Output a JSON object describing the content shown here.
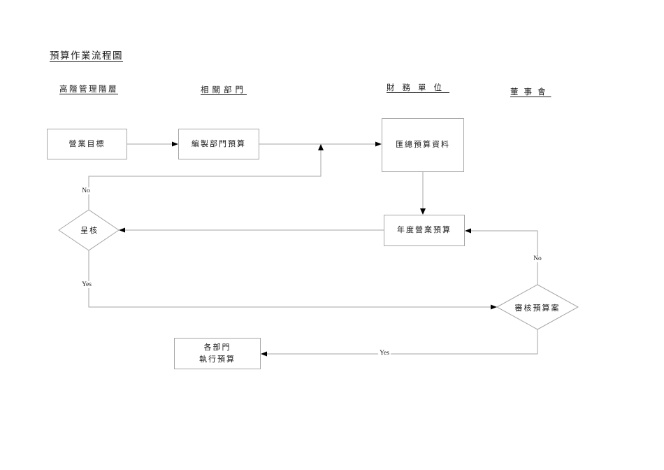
{
  "title": "預算作業流程圖",
  "lanes": {
    "management": "高階管理階層",
    "related_departments": "相關部門",
    "finance_unit": "財務單位",
    "board": "董事會"
  },
  "nodes": {
    "business_goal": "營業目標",
    "prepare_dept_budget": "編製部門預算",
    "aggregate_budget_data": "匯總預算資料",
    "annual_operating_budget": "年度營業預算",
    "submit_for_approval": "呈核",
    "review_budget_proposal": "審核預算案",
    "execute_budget_line1": "各部門",
    "execute_budget_line2": "執行預算"
  },
  "labels": {
    "no_resubmit": "No",
    "yes_to_board": "Yes",
    "no_back_to_annual": "No",
    "yes_execute": "Yes"
  },
  "colors": {
    "line": "#a6a6a6",
    "arrowhead": "#000000",
    "text": "#1a1a1a",
    "background": "#ffffff"
  }
}
